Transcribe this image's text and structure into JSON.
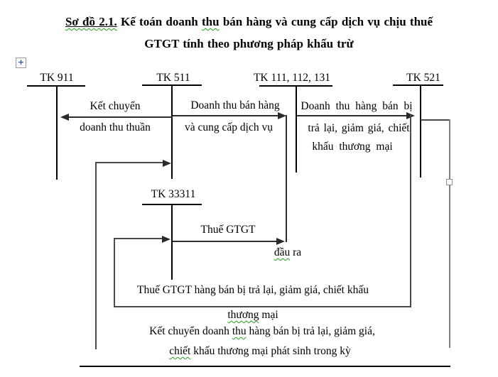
{
  "colors": {
    "background": "#ffffff",
    "text": "#000000",
    "account_line": "#000000",
    "flow_line": "#4a4a4a",
    "connector_gray": "#808080",
    "spellcheck_squiggle": "#1ea11e",
    "move_handle_cross": "#2b5fa3"
  },
  "icons": {
    "move_handle": "+"
  },
  "title": {
    "line1_underlined": "Sơ đồ 2.1.",
    "line1_rest_a": " Kế toán doanh ",
    "line1_squiggle": "thu",
    "line1_rest_b": " bán hàng và cung cấp dịch vụ chịu thuế",
    "line2": "GTGT tính theo phương pháp khấu trừ"
  },
  "accounts": {
    "tk911": {
      "label": "TK 911"
    },
    "tk511": {
      "label": "TK 511"
    },
    "tk111": {
      "label": "TK 111, 112, 131"
    },
    "tk521": {
      "label": "TK 521"
    },
    "tk33311": {
      "label": "TK 33311"
    }
  },
  "flows": {
    "ket_chuyen_thuan": {
      "line1": "Kết chuyển",
      "line2": "doanh thu thuần"
    },
    "doanh_thu_ban_hang": {
      "line1": "Doanh thu bán hàng",
      "line2": "và cung cấp dịch vụ"
    },
    "doanh_thu_tra_lai": {
      "line1": "Doanh thu hàng bán bị",
      "line2": "trả lại, giảm giá, chiết",
      "line3": "khấu thương mại"
    },
    "thue_gtgt_dau_ra": {
      "line1": "Thuế GTGT",
      "line2_squiggle": "đầu",
      "line2_rest": " ra"
    },
    "thue_gtgt_tra_lai": {
      "line1": "Thuế GTGT hàng bán bị trả lại, giảm giá, chiết khấu",
      "line2_squiggle": "thương",
      "line2_rest": " mại"
    },
    "ket_chuyen_tra_lai": {
      "line1_a": "Kết chuyển doanh ",
      "line1_squiggle": "thu",
      "line1_b": " hàng bán bị trả lại, giảm giá,",
      "line2_squiggle": "chiết",
      "line2_rest": " khấu thương mại phát sinh trong kỳ"
    }
  }
}
